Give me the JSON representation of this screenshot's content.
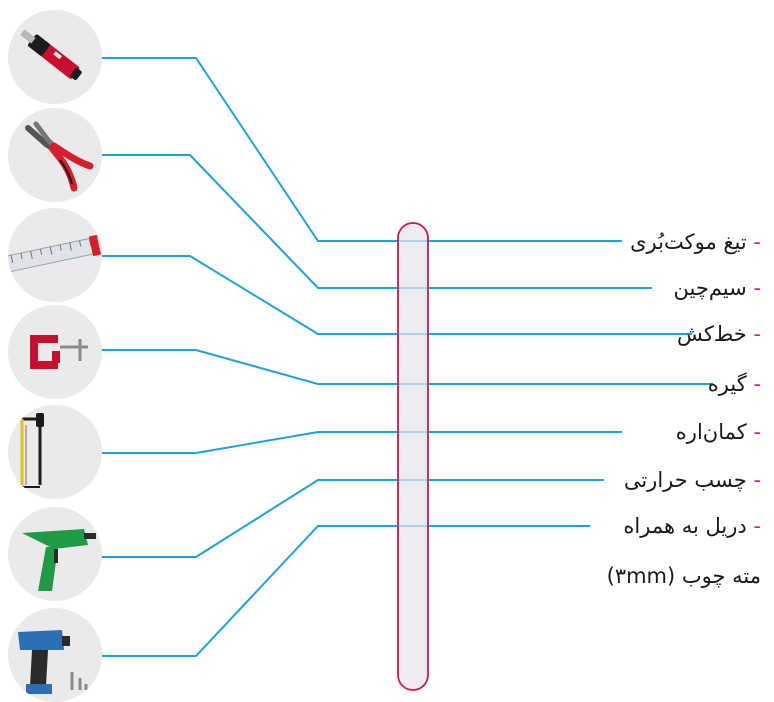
{
  "diagram": {
    "line_color": "#1aa3dd",
    "bar_fill": "#e6e6ec",
    "bar_stroke": "#d4145a",
    "dash_color": "#e4177c",
    "dash": "-",
    "tools": [
      {
        "icon": "utility-knife-icon",
        "label": "تیغ موکت‌بُری"
      },
      {
        "icon": "wire-cutter-icon",
        "label": "سیم‌چین"
      },
      {
        "icon": "tape-ruler-icon",
        "label": "خط‌کش"
      },
      {
        "icon": "c-clamp-icon",
        "label": "گیره"
      },
      {
        "icon": "hacksaw-icon",
        "label": "کمان‌اره"
      },
      {
        "icon": "glue-gun-icon",
        "label": "چسب حرارتی"
      },
      {
        "icon": "drill-icon",
        "label": "دریل به همراه",
        "label2": "مته چوب (۳mm)"
      }
    ]
  }
}
